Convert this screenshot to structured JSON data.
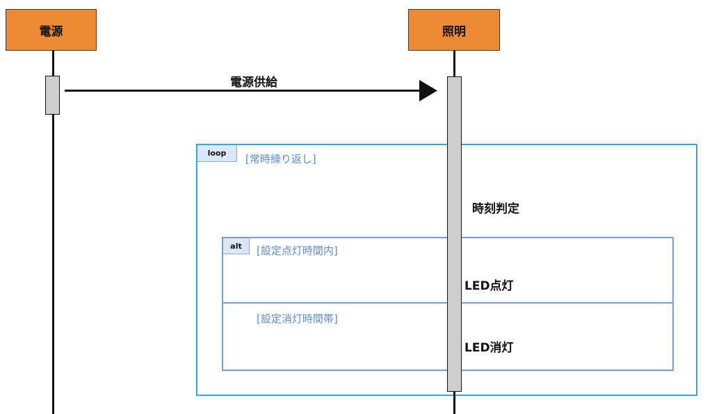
{
  "diagram": {
    "type": "sequence",
    "participants": [
      {
        "id": "power",
        "label": "電源",
        "color": "#ed8b34"
      },
      {
        "id": "light",
        "label": "照明",
        "color": "#ed8b34"
      }
    ],
    "messages": [
      {
        "from": "power",
        "to": "light",
        "label": "電源供給"
      }
    ],
    "loop": {
      "tag": "loop",
      "guard": "[常時繰り返し]",
      "self_action": "時刻判定",
      "alt": {
        "tag": "alt",
        "branches": [
          {
            "guard": "[設定点灯時間内]",
            "action": "LED点灯"
          },
          {
            "guard": "[設定消灯時間帯]",
            "action": "LED消灯"
          }
        ]
      }
    },
    "colors": {
      "actor_fill": "#ed8b34",
      "loop_border": "#2ea8d6",
      "alt_border": "#7a9be0",
      "guard_text": "#5b8bd1",
      "activation_fill": "#d0cfd0"
    }
  }
}
